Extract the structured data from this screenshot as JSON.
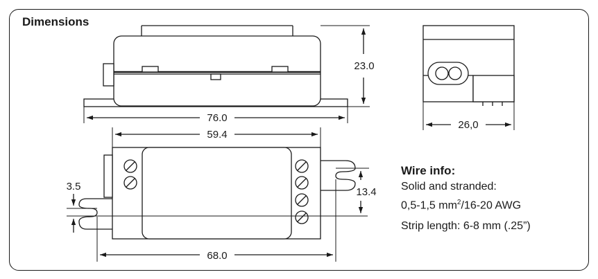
{
  "title": "Dimensions",
  "dimensions": {
    "height": "23.0",
    "overall_length": "76.0",
    "top_width": "59.4",
    "side_width": "26,0",
    "mount_hole": "3.5",
    "mount_spacing": "13.4",
    "bottom_length": "68.0"
  },
  "wire_info": {
    "heading": "Wire info:",
    "line1": "Solid and stranded:",
    "line2_pre": "0,5-1,5 mm",
    "line2_sup": "2",
    "line2_post": "/16-20 AWG",
    "strip": "Strip length: 6-8 mm (.25”)"
  },
  "colors": {
    "line": "#1a1a1a",
    "background": "#ffffff"
  }
}
